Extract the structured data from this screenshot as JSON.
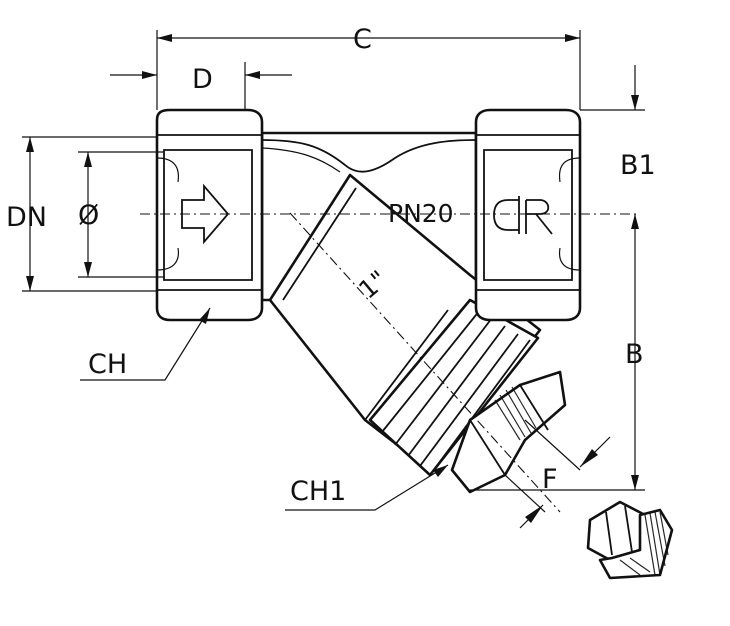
{
  "dimensions": {
    "c": "C",
    "d": "D",
    "dn": "DN",
    "dia": "Ø",
    "b1": "B1",
    "b": "B",
    "f": "F",
    "ch": "CH",
    "ch1": "CH1"
  },
  "markings": {
    "pressure": "PN20",
    "logo": "CR",
    "size": "1\""
  },
  "icons": {
    "flow": "flow-arrow-icon"
  }
}
